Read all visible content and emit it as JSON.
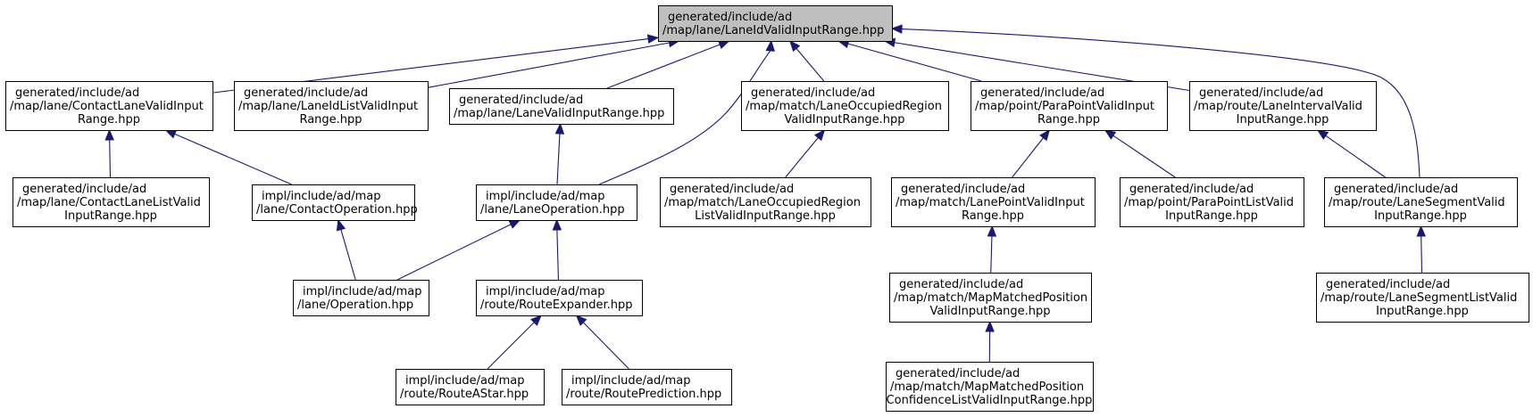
{
  "diagram": {
    "colors": {
      "edge": "#191970",
      "root_fill": "#bfbfbf",
      "node_fill": "#ffffff",
      "border": "#000000"
    },
    "nodes": [
      {
        "id": "n0",
        "root": true,
        "lines": [
          "generated/include/ad",
          "/map/lane/LaneIdValidInputRange.hpp"
        ]
      },
      {
        "id": "n1",
        "lines": [
          "generated/include/ad",
          "/map/lane/ContactLaneValidInput",
          "Range.hpp"
        ]
      },
      {
        "id": "n2",
        "lines": [
          "generated/include/ad",
          "/map/lane/LaneIdListValidInput",
          "Range.hpp"
        ]
      },
      {
        "id": "n3",
        "lines": [
          "generated/include/ad",
          "/map/lane/LaneValidInputRange.hpp"
        ]
      },
      {
        "id": "n4",
        "lines": [
          "generated/include/ad",
          "/map/match/LaneOccupiedRegion",
          "ValidInputRange.hpp"
        ]
      },
      {
        "id": "n5",
        "lines": [
          "generated/include/ad",
          "/map/point/ParaPointValidInput",
          "Range.hpp"
        ]
      },
      {
        "id": "n6",
        "lines": [
          "generated/include/ad",
          "/map/route/LaneIntervalValid",
          "InputRange.hpp"
        ]
      },
      {
        "id": "n7",
        "lines": [
          "generated/include/ad",
          "/map/lane/ContactLaneListValid",
          "InputRange.hpp"
        ]
      },
      {
        "id": "n8",
        "lines": [
          "impl/include/ad/map",
          "/lane/ContactOperation.hpp"
        ]
      },
      {
        "id": "n9",
        "lines": [
          "impl/include/ad/map",
          "/lane/LaneOperation.hpp"
        ]
      },
      {
        "id": "n10",
        "lines": [
          "generated/include/ad",
          "/map/match/LaneOccupiedRegion",
          "ListValidInputRange.hpp"
        ]
      },
      {
        "id": "n11",
        "lines": [
          "generated/include/ad",
          "/map/match/LanePointValidInput",
          "Range.hpp"
        ]
      },
      {
        "id": "n12",
        "lines": [
          "generated/include/ad",
          "/map/point/ParaPointListValid",
          "InputRange.hpp"
        ]
      },
      {
        "id": "n13",
        "lines": [
          "generated/include/ad",
          "/map/route/LaneSegmentValid",
          "InputRange.hpp"
        ]
      },
      {
        "id": "n14",
        "lines": [
          "impl/include/ad/map",
          "/lane/Operation.hpp"
        ]
      },
      {
        "id": "n15",
        "lines": [
          "impl/include/ad/map",
          "/route/RouteExpander.hpp"
        ]
      },
      {
        "id": "n16",
        "lines": [
          "generated/include/ad",
          "/map/match/MapMatchedPosition",
          "ValidInputRange.hpp"
        ]
      },
      {
        "id": "n17",
        "lines": [
          "generated/include/ad",
          "/map/route/LaneSegmentListValid",
          "InputRange.hpp"
        ]
      },
      {
        "id": "n18",
        "lines": [
          "impl/include/ad/map",
          "/route/RouteAStar.hpp"
        ]
      },
      {
        "id": "n19",
        "lines": [
          "impl/include/ad/map",
          "/route/RoutePrediction.hpp"
        ]
      },
      {
        "id": "n20",
        "lines": [
          "generated/include/ad",
          "/map/match/MapMatchedPosition",
          "ConfidenceListValidInputRange.hpp"
        ]
      }
    ],
    "edges": [
      {
        "from": "n1",
        "to": "n0"
      },
      {
        "from": "n2",
        "to": "n0"
      },
      {
        "from": "n3",
        "to": "n0"
      },
      {
        "from": "n9",
        "to": "n0"
      },
      {
        "from": "n4",
        "to": "n0"
      },
      {
        "from": "n5",
        "to": "n0"
      },
      {
        "from": "n6",
        "to": "n0"
      },
      {
        "from": "n13",
        "to": "n0"
      },
      {
        "from": "n7",
        "to": "n1"
      },
      {
        "from": "n8",
        "to": "n1"
      },
      {
        "from": "n9",
        "to": "n3"
      },
      {
        "from": "n10",
        "to": "n4"
      },
      {
        "from": "n11",
        "to": "n5"
      },
      {
        "from": "n12",
        "to": "n5"
      },
      {
        "from": "n13",
        "to": "n6"
      },
      {
        "from": "n14",
        "to": "n8"
      },
      {
        "from": "n14",
        "to": "n9"
      },
      {
        "from": "n15",
        "to": "n9"
      },
      {
        "from": "n16",
        "to": "n11"
      },
      {
        "from": "n17",
        "to": "n13"
      },
      {
        "from": "n18",
        "to": "n15"
      },
      {
        "from": "n19",
        "to": "n15"
      },
      {
        "from": "n20",
        "to": "n16"
      }
    ]
  }
}
